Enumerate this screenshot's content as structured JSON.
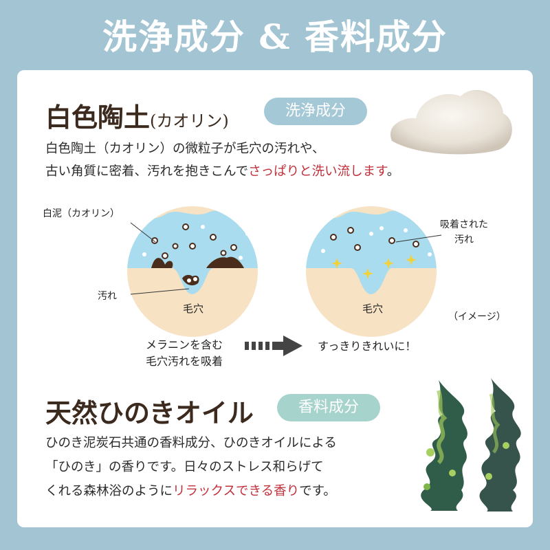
{
  "header": {
    "title": "洗浄成分 & 香料成分"
  },
  "section1": {
    "title": "白色陶土",
    "title_paren": "(カオリン)",
    "badge": "洗浄成分",
    "badge_color": "#a5c8d6",
    "line1": "白色陶土（カオリン）の微粒子が毛穴の汚れや、",
    "line2_pre": "古い角質に密着、汚れを抱きこんで",
    "line2_hl": "さっぱりと洗い流します",
    "line2_post": "。"
  },
  "diagram": {
    "label_kaolin": "白泥（カオリン）",
    "label_dirt": "汚れ",
    "label_pore_left": "毛穴",
    "label_pore_right": "毛穴",
    "label_adsorbed_1": "吸着された",
    "label_adsorbed_2": "汚れ",
    "label_image": "（イメージ）",
    "caption_left_1": "メラニンを含む",
    "caption_left_2": "毛穴汚れを吸着",
    "caption_right": "すっきりきれいに！"
  },
  "section2": {
    "title": "天然ひのきオイル",
    "badge": "香料成分",
    "badge_color": "#a6d3cc",
    "line1": "ひのき泥炭石共通の香料成分、ひのきオイルによる",
    "line2": "「ひのき」の香りです。日々のストレス和らげて",
    "line3_pre": "くれる森林浴のように",
    "line3_hl": "リラックスできる香り",
    "line3_post": "です。"
  },
  "colors": {
    "background": "#a3c4d2",
    "accent_red": "#c0313c",
    "water": "#a9dcef",
    "skin": "#f7e2c4",
    "dirt": "#4a2d1a"
  }
}
